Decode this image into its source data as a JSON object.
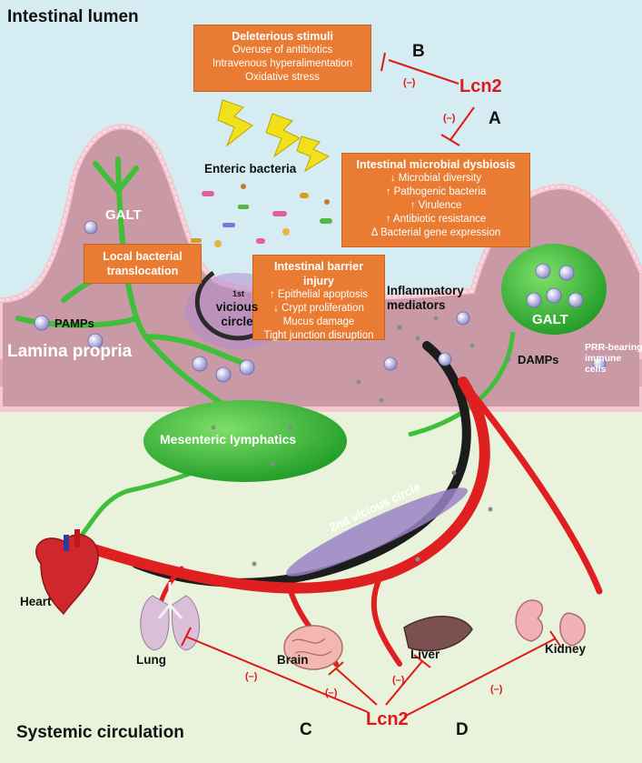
{
  "regions": {
    "lumen": "Intestinal lumen",
    "lamina": "Lamina propria",
    "systemic": "Systemic circulation"
  },
  "boxes": {
    "deleterious": {
      "title": "Deleterious stimuli",
      "lines": [
        "Overuse of antibiotics",
        "Intravenous hyperalimentation",
        "Oxidative stress"
      ]
    },
    "dysbiosis": {
      "title": "Intestinal microbial dysbiosis",
      "lines": [
        "↓ Microbial diversity",
        "↑ Pathogenic bacteria",
        "↑ Virulence",
        "↑ Antibiotic resistance",
        "Δ Bacterial gene expression"
      ]
    },
    "translocation": {
      "title": "Local bacterial translocation"
    },
    "barrier": {
      "title": "Intestinal barrier injury",
      "lines": [
        "↑ Epithelial apoptosis",
        "↓ Crypt proliferation",
        "Mucus damage",
        "Tight junction disruption"
      ]
    }
  },
  "labels": {
    "enteric": "Enteric bacteria",
    "galt_left": "GALT",
    "galt_right": "GALT",
    "pamps": "PAMPs",
    "damps": "DAMPs",
    "inflammatory": "Inflammatory mediators",
    "prr": "PRR-bearing immune cells",
    "first_circle_sup": "1st",
    "first_circle": "vicious circle",
    "mesenteric": "Mesenteric lymphatics",
    "second_circle": "2nd vicious circle",
    "heart": "Heart",
    "lung": "Lung",
    "brain": "Brain",
    "liver": "Liver",
    "kidney": "Kidney"
  },
  "lcn2": {
    "top": "Lcn2",
    "bottom": "Lcn2"
  },
  "letters": {
    "a": "A",
    "b": "B",
    "c": "C",
    "d": "D"
  },
  "inhibit": "(–)",
  "colors": {
    "lumen": "#d4ecf2",
    "lamina": "#cfa2ad",
    "systemic": "#e9f3dc",
    "box": "#ea7b32",
    "lcn2": "#e01818",
    "lymph": "#3fbf3a",
    "artery": "#e02020",
    "vein": "#1c1c1c",
    "vicious": "#9a82c4"
  }
}
